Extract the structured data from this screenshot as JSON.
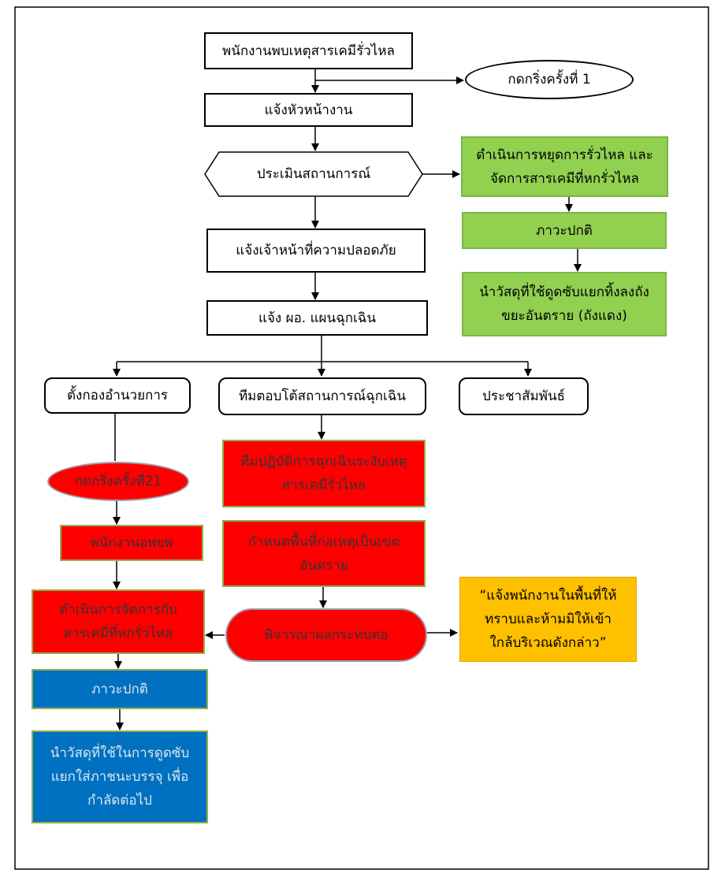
{
  "nodes": {
    "n1": "พนักงานพบเหตุสารเคมีรั่วไหล",
    "n2": "กดกริ่งครั้งที่ 1",
    "n3": "แจ้งหัวหน้างาน",
    "n4": "ประเมินสถานการณ์",
    "n5": "ดำเนินการหยุดการรั่วไหล และ\nจัดการสารเคมีที่หกรั่วไหล",
    "n6": "ภาวะปกติ",
    "n7": "นำวัสดุที่ใช้ดูดซับแยกทิ้งลงถัง\nขยะอันตราย (ถังแดง)",
    "n8": "แจ้งเจ้าหน้าที่ความปลอดภัย",
    "n9": "แจ้ง ผอ. แผนฉุกเฉิน",
    "n10": "ตั้งกองอำนวยการ",
    "n11": "ทีมตอบโต้สถานการณ์ฉุกเฉิน",
    "n12": "ประชาสัมพันธ์",
    "n13": "กดกริ่งครั้งที่21",
    "n14": "ทีมปฏิบัติการฉุกเฉินระงับเหตุ\nสารเคมีรั่วไหล",
    "n15": "พนักงานอพยพ",
    "n16": "กำหนดพื้นที่ก่อเหตุเป็นเขต\nอันตราย",
    "n17": "ดำเนินการจัดการกับ\nสารเคมีที่หกรั่วไหล",
    "n18": "พิจารณาผลกระทบต่อ",
    "n19": "“แจ้งพนักงานในพื้นที่ให้\nทราบและห้ามมิให้เข้า\nใกล้บริเวณดังกล่าว”",
    "n20": "ภาวะปกติ",
    "n21": "นำวัสดุที่ใช้ในการดูดซับ\nแยกใส่ภาชนะบรรจุ เพื่อ\nกำลัดต่อไป"
  },
  "colors": {
    "green": "#92d050",
    "red": "#ff0000",
    "blue": "#0070c0",
    "yellow": "#ffc000"
  }
}
